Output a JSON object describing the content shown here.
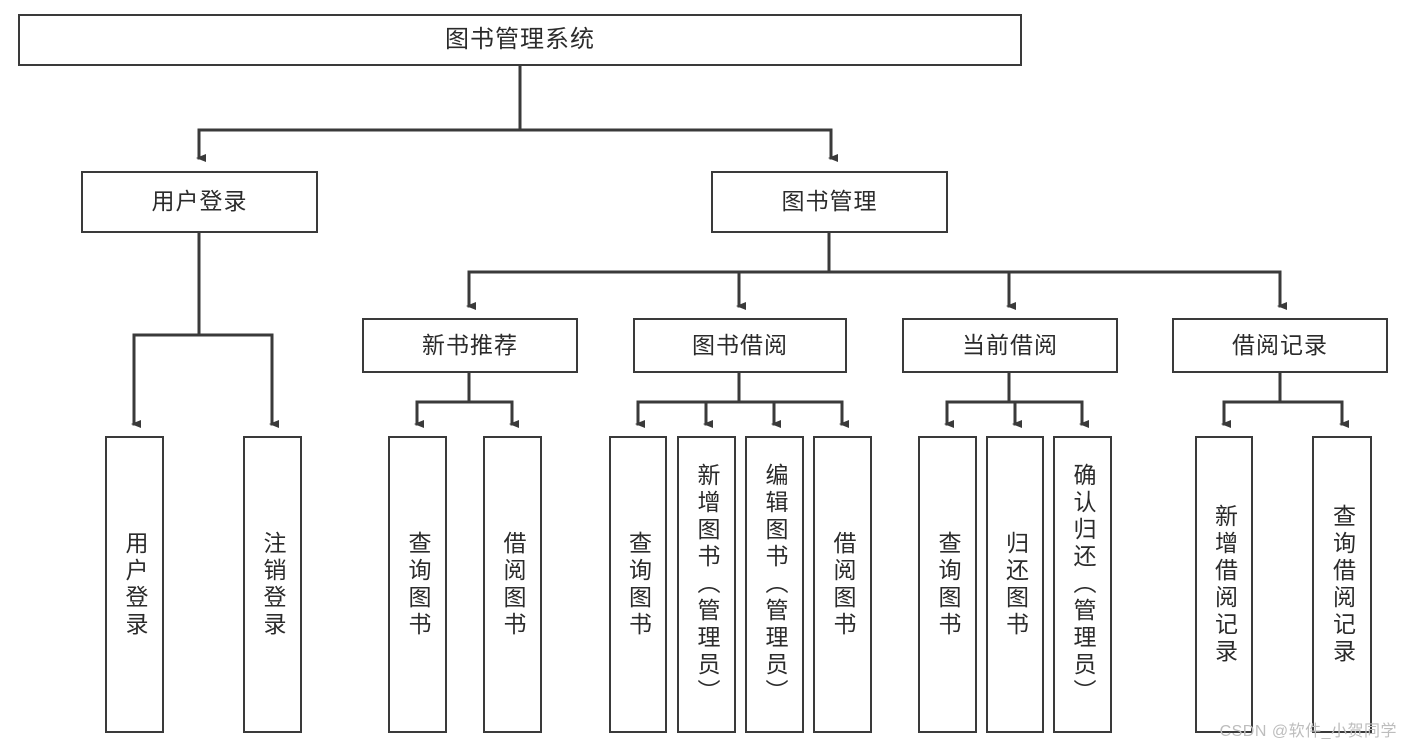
{
  "diagram": {
    "title": "图书管理系统",
    "type": "tree",
    "colors": {
      "box_border": "#3a3a3a",
      "box_fill": "#ffffff",
      "connector": "#3a3a3a",
      "text": "#2b2b2b",
      "watermark": "#bdbdbd",
      "background": "#ffffff"
    },
    "root": {
      "id": "root",
      "label": "图书管理系统",
      "orientation": "horizontal"
    },
    "level1": [
      {
        "id": "user-login",
        "label": "用户登录",
        "orientation": "horizontal"
      },
      {
        "id": "book-management",
        "label": "图书管理",
        "orientation": "horizontal"
      }
    ],
    "level2": [
      {
        "id": "new-book-recommend",
        "label": "新书推荐",
        "orientation": "horizontal",
        "parent": "book-management"
      },
      {
        "id": "book-borrow",
        "label": "图书借阅",
        "orientation": "horizontal",
        "parent": "book-management"
      },
      {
        "id": "current-borrow",
        "label": "当前借阅",
        "orientation": "horizontal",
        "parent": "book-management"
      },
      {
        "id": "borrow-record",
        "label": "借阅记录",
        "orientation": "horizontal",
        "parent": "book-management"
      }
    ],
    "leaves": {
      "user-login": [
        {
          "id": "leaf-user-login",
          "label": "用户登录",
          "orientation": "vertical"
        },
        {
          "id": "leaf-user-logout",
          "label": "注销登录",
          "orientation": "vertical"
        }
      ],
      "new-book-recommend": [
        {
          "id": "leaf-query-book-1",
          "label": "查询图书",
          "orientation": "vertical"
        },
        {
          "id": "leaf-borrow-book-1",
          "label": "借阅图书",
          "orientation": "vertical"
        }
      ],
      "book-borrow": [
        {
          "id": "leaf-query-book-2",
          "label": "查询图书",
          "orientation": "vertical"
        },
        {
          "id": "leaf-add-book",
          "label": "新增图书（管理员）",
          "orientation": "vertical"
        },
        {
          "id": "leaf-edit-book",
          "label": "编辑图书（管理员）",
          "orientation": "vertical"
        },
        {
          "id": "leaf-borrow-book-2",
          "label": "借阅图书",
          "orientation": "vertical"
        }
      ],
      "current-borrow": [
        {
          "id": "leaf-query-book-3",
          "label": "查询图书",
          "orientation": "vertical"
        },
        {
          "id": "leaf-return-book",
          "label": "归还图书",
          "orientation": "vertical"
        },
        {
          "id": "leaf-confirm-return",
          "label": "确认归还（管理员）",
          "orientation": "vertical"
        }
      ],
      "borrow-record": [
        {
          "id": "leaf-add-record",
          "label": "新增借阅记录",
          "orientation": "vertical"
        },
        {
          "id": "leaf-query-record",
          "label": "查询借阅记录",
          "orientation": "vertical"
        }
      ]
    },
    "watermark": "CSDN @软件_小贺同学"
  }
}
